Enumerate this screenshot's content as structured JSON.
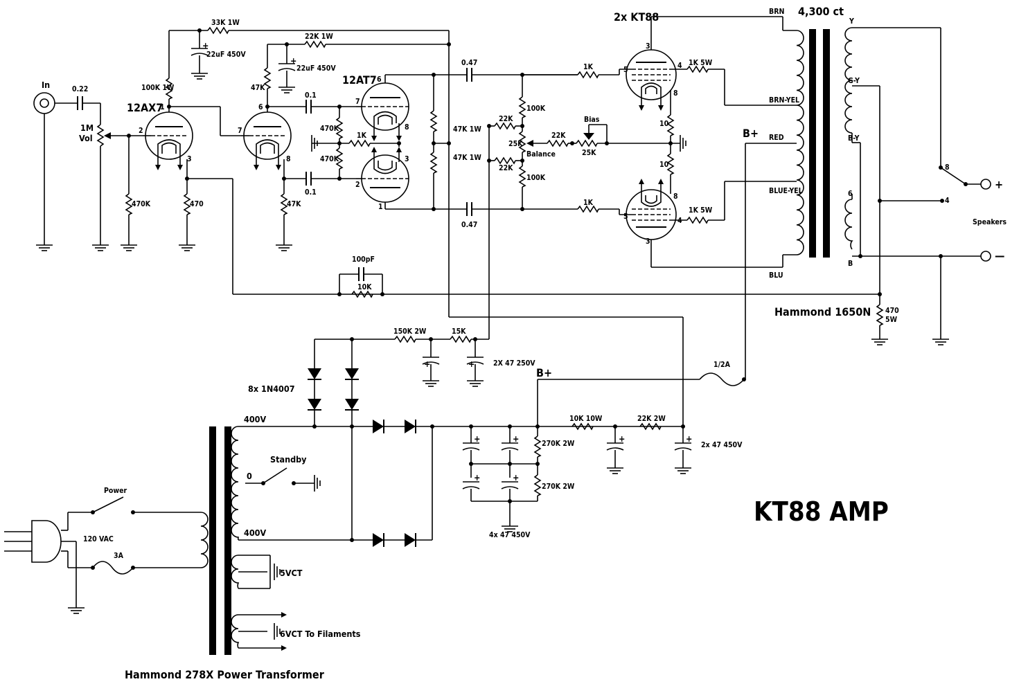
{
  "title": "KT88 AMP",
  "transformers": {
    "output": "Hammond 1650N",
    "output_ct": "4,300 ct",
    "power": "Hammond 278X Power Transformer"
  },
  "tubes": {
    "v1": "12AX7",
    "v2": "12AT7",
    "v3": "2x KT88"
  },
  "labels": {
    "in": "In",
    "cap_in": "0.22",
    "vol": "1M",
    "vol2": "Vol",
    "r33k": "33K 1W",
    "r22k1w": "22K 1W",
    "c22uf_a": "22uF 450V",
    "c22uf_b": "22uF 450V",
    "r100k1w": "100K 1W",
    "r47k_top": "47K",
    "c01_a": "0.1",
    "c01_b": "0.1",
    "r470k_a": "470K",
    "r470k_b": "470K",
    "r1k_mid": "1K",
    "r470k_g": "470K",
    "r470": "470",
    "r47k_bot": "47K",
    "r47k1w_a": "47K 1W",
    "r47k1w_b": "47K 1W",
    "c047_a": "0.47",
    "c047_b": "0.47",
    "r22k_a": "22K",
    "r22k_b": "22K",
    "r100k_a": "100K",
    "r100k_b": "100K",
    "balance": "Balance",
    "r25k_bal": "25K",
    "bias": "Bias",
    "r22k_bias": "22K",
    "r25k_bias": "25K",
    "r1k_g1": "1K",
    "r1k_g2": "1K",
    "r1k5w_a": "1K 5W",
    "r1k5w_b": "1K 5W",
    "r10_a": "10",
    "r10_b": "10",
    "c100pf": "100pF",
    "r10k_fb": "10K",
    "brn": "BRN",
    "brn_yel": "BRN-YEL",
    "red": "RED",
    "blue_yel": "BLUE-YEL",
    "blu": "BLU",
    "bplus_a": "B+",
    "bplus_b": "B+",
    "sec_y": "Y",
    "sec_gy": "G-Y",
    "sec_by": "B-Y",
    "sec_6": "6",
    "sec_b": "B",
    "tap8": "8",
    "tap4": "4",
    "speakers": "Speakers",
    "plus": "+",
    "minus": "—",
    "r470_5w": "470",
    "r470_5w_b": "5W",
    "r150k": "150K 2W",
    "r15k": "15K",
    "c2x47_250": "2X 47 250V",
    "diodes": "8x 1N4007",
    "fuse_half": "1/2A",
    "v400a": "400V",
    "v0": "0",
    "v400b": "400V",
    "standby": "Standby",
    "r10k10w": "10K 10W",
    "r22k2w": "22K 2W",
    "c2x47_450": "2x 47 450V",
    "r270k_a": "270K 2W",
    "r270k_b": "270K 2W",
    "c4x47": "4x 47 450V",
    "power": "Power",
    "vac": "120 VAC",
    "fuse3a": "3A",
    "v5ct": "5VCT",
    "v6ct": "6VCT To Filaments"
  }
}
